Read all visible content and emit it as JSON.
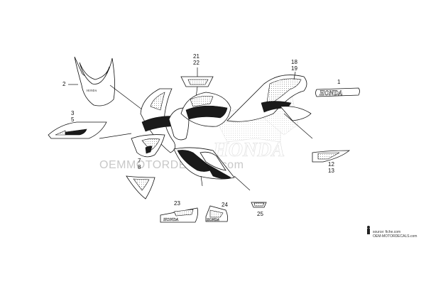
{
  "watermark": "OEMMOTORDECALS.com",
  "brand_text": "HONDA",
  "source": {
    "line1": "source: fiche.com",
    "line2": "OEM-MOTORDECALS.com"
  },
  "callouts": {
    "c1": "1",
    "c2": "2",
    "c3": "3",
    "c5": "5",
    "c7": "7",
    "c8": "8",
    "c12": "12",
    "c13": "13",
    "c18": "18",
    "c19": "19",
    "c21": "21",
    "c22": "22",
    "c23": "23",
    "c24": "24",
    "c25": "25"
  }
}
